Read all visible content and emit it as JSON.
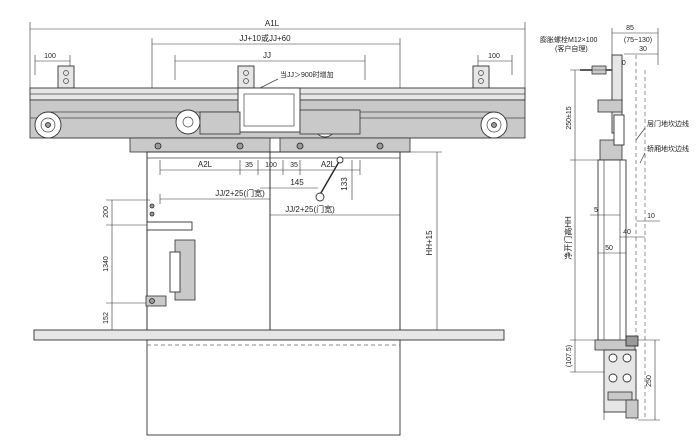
{
  "front_view": {
    "dims": {
      "overall_width": "A1L",
      "jj_span": "JJ+10或JJ+60",
      "jj": "JJ",
      "left_100": "100",
      "right_100": "100",
      "a2l_left": "A2L",
      "c35_left": "35",
      "c100": "100",
      "c35_right": "35",
      "a2l_right": "A2L",
      "jj2_upper": "JJ/2+25(门宽)",
      "jj2_lower": "JJ/2+25(门宽)",
      "d145": "145",
      "d133": "133",
      "d200": "200",
      "d1340": "1340",
      "d152": "152",
      "hh": "HH+15"
    },
    "note_900": "当JJ＞900时增加"
  },
  "side_view": {
    "bolt_label": "膨胀螺栓M12×100",
    "bolt_sub": "(客户自理)",
    "d85": "85",
    "d75_130": "(75~130)",
    "d30": "30",
    "d10_top": "10",
    "d250_15": "250±15",
    "landing_sill_line": "层门地坎边线",
    "car_sill_line": "轿厢地坎边线",
    "clear_height": "净开门高HH",
    "d5": "5",
    "d10": "10",
    "d40": "40",
    "d50": "50",
    "d107_5": "(107.5)",
    "d250_bottom": "250"
  }
}
